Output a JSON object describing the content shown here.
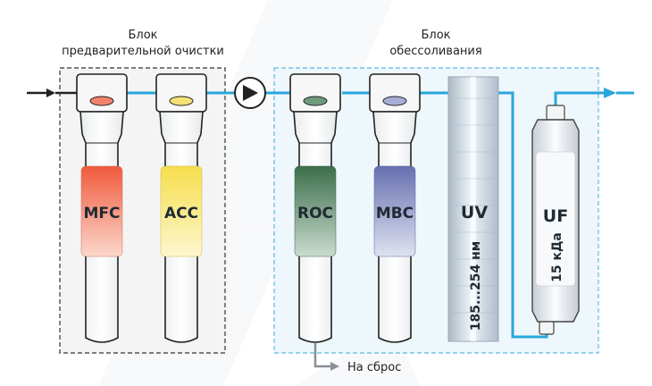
{
  "blocks": {
    "pre": {
      "line1": "Блок",
      "line2": "предварительной очистки"
    },
    "desal": {
      "line1": "Блок",
      "line2": "обессоливания"
    }
  },
  "filters": [
    {
      "label": "MFC",
      "color": "#ef6f55",
      "cap_color": "#f3826b"
    },
    {
      "label": "ACC",
      "color": "#f7e478",
      "cap_color": "#f4e277"
    },
    {
      "label": "ROC",
      "color": "#4f7a5a",
      "cap_color": "#6e9a7b"
    },
    {
      "label": "MBC",
      "color": "#7884bc",
      "cap_color": "#a6aed6"
    },
    {
      "label": "UV",
      "sublabel": "185...254 нм",
      "color": "#c7d8e4"
    },
    {
      "label": "UF",
      "sublabel": "15 кДа",
      "color": "#e8ecef"
    }
  ],
  "drain": {
    "label": "На сброс"
  },
  "colors": {
    "water_line": "#29a6dc",
    "pre_frame": "#333333",
    "desal_frame": "#5cb8e4",
    "desal_fill": "#eef7fc"
  },
  "icons": {
    "pump": "pump-icon",
    "inlet": "inlet-arrow-icon",
    "outlet": "outlet-arrow-icon",
    "drain": "drain-arrow-icon"
  }
}
